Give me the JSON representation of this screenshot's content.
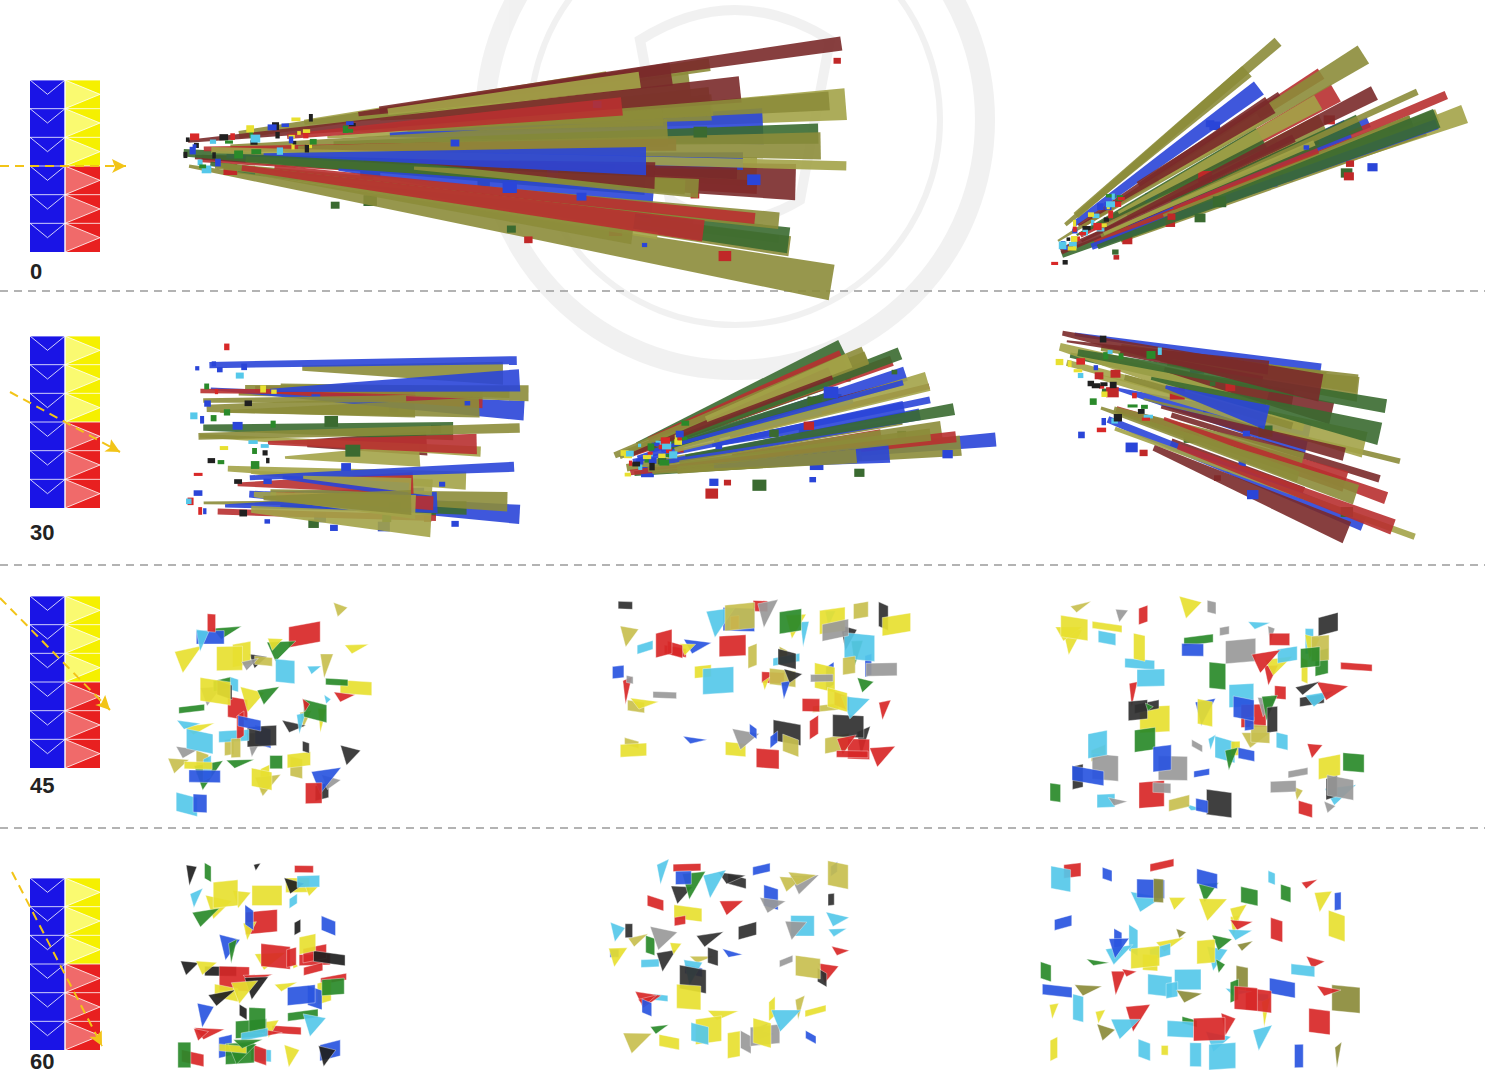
{
  "diagram": {
    "labels": [
      "0",
      "30",
      "45",
      "60"
    ]
  }
}
